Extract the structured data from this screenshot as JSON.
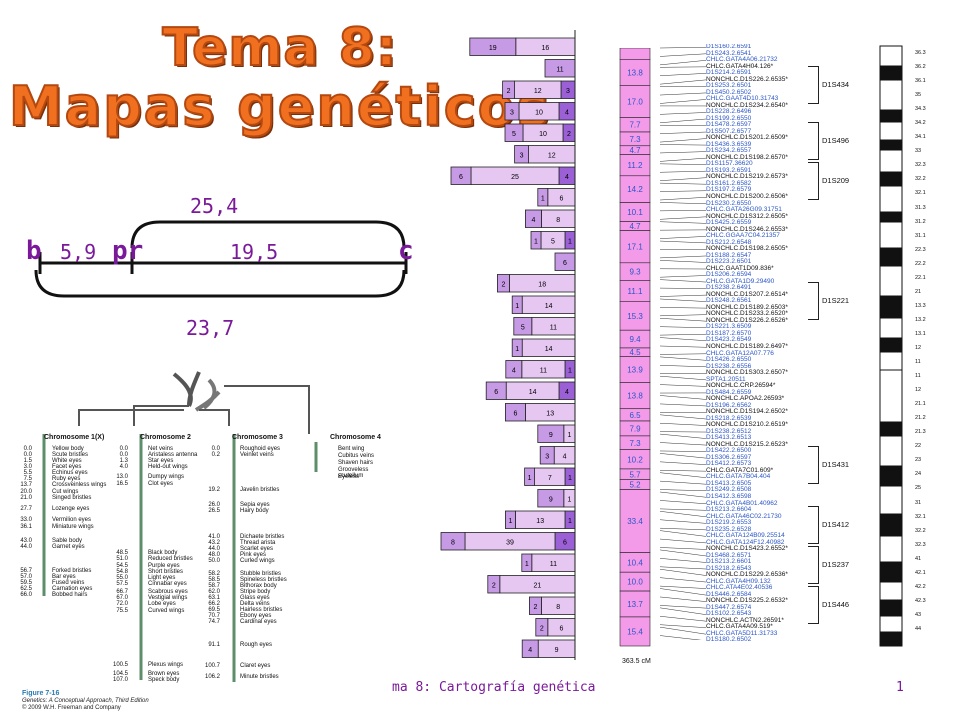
{
  "title": {
    "line1": "Tema 8:",
    "line2": "Mapas genéticos"
  },
  "linkage": {
    "genes": [
      "b",
      "pr",
      "c"
    ],
    "top_distance": "25,4",
    "bp_distance": "5,9",
    "prc_distance": "19,5",
    "bottom_distance": "23,7"
  },
  "drosophila": {
    "chromosomes": [
      {
        "name": "Chromosome 1(X)",
        "loci": [
          [
            "0.0",
            "Yellow body"
          ],
          [
            "0.0",
            "Scute bristles"
          ],
          [
            "1.5",
            "White eyes"
          ],
          [
            "3.0",
            "Facet eyes"
          ],
          [
            "5.5",
            "Echinus eyes"
          ],
          [
            "7.5",
            "Ruby eyes"
          ],
          [
            "13.7",
            "Crossveinless wings"
          ],
          [
            "20.0",
            "Cut wings"
          ],
          [
            "21.0",
            "Singed bristles"
          ],
          [
            "27.7",
            "Lozenge eyes"
          ],
          [
            "33.0",
            "Vermilion eyes"
          ],
          [
            "36.1",
            "Miniature wings"
          ],
          [
            "43.0",
            "Sable body"
          ],
          [
            "44.0",
            "Garnet eyes"
          ],
          [
            "56.7",
            "Forked bristles"
          ],
          [
            "57.0",
            "Bar eyes"
          ],
          [
            "59.5",
            "Fused veins"
          ],
          [
            "62.5",
            "Carnation eyes"
          ],
          [
            "66.0",
            "Bobbed hairs"
          ]
        ]
      },
      {
        "name": "Chromosome 2",
        "loci": [
          [
            "0.0",
            "Net veins"
          ],
          [
            "0.0",
            "Aristaless antenna"
          ],
          [
            "1.3",
            "Star eyes"
          ],
          [
            "4.0",
            "Held-out wings"
          ],
          [
            "13.0",
            "Dumpy wings"
          ],
          [
            "16.5",
            "Clot eyes"
          ],
          [
            "48.5",
            "Black body"
          ],
          [
            "51.0",
            "Reduced bristles"
          ],
          [
            "54.5",
            "Purple eyes"
          ],
          [
            "54.8",
            "Short bristles"
          ],
          [
            "55.0",
            "Light eyes"
          ],
          [
            "57.5",
            "Cinnabar eyes"
          ],
          [
            "66.7",
            "Scabrous eyes"
          ],
          [
            "67.0",
            "Vestigial wings"
          ],
          [
            "72.0",
            "Lobe eyes"
          ],
          [
            "75.5",
            "Curved wings"
          ],
          [
            "100.5",
            "Plexus wings"
          ],
          [
            "104.5",
            "Brown eyes"
          ],
          [
            "107.0",
            "Speck body"
          ]
        ]
      },
      {
        "name": "Chromosome 3",
        "loci": [
          [
            "0.0",
            "Roughoid eyes"
          ],
          [
            "0.2",
            "Veinlet veins"
          ],
          [
            "19.2",
            "Javelin bristles"
          ],
          [
            "26.0",
            "Sepia eyes"
          ],
          [
            "26.5",
            "Hairy body"
          ],
          [
            "41.0",
            "Dichaete bristles"
          ],
          [
            "43.2",
            "Thread arista"
          ],
          [
            "44.0",
            "Scarlet eyes"
          ],
          [
            "48.0",
            "Pink eyes"
          ],
          [
            "50.0",
            "Curled wings"
          ],
          [
            "58.2",
            "Stubble bristles"
          ],
          [
            "58.5",
            "Spineless bristles"
          ],
          [
            "58.7",
            "Bithorax body"
          ],
          [
            "62.0",
            "Stripe body"
          ],
          [
            "63.1",
            "Glass eyes"
          ],
          [
            "66.2",
            "Delta veins"
          ],
          [
            "69.5",
            "Hairless bristles"
          ],
          [
            "70.7",
            "Ebony eyes"
          ],
          [
            "74.7",
            "Cardinal eyes"
          ],
          [
            "91.1",
            "Rough eyes"
          ],
          [
            "100.7",
            "Claret eyes"
          ],
          [
            "106.2",
            "Minute bristles"
          ]
        ]
      },
      {
        "name": "Chromosome 4",
        "loci": [
          [
            "",
            "Bent wing"
          ],
          [
            "",
            "Cubitus veins"
          ],
          [
            "",
            "Shaven hairs"
          ],
          [
            "",
            "Grooveless scutellum"
          ],
          [
            "",
            "Eyeless"
          ]
        ]
      }
    ],
    "caption_fig": "Figure 7-16",
    "caption_book": "Genetics: A Conceptual Approach, Third Edition",
    "caption_copy": "© 2009 W.H. Freeman and Company"
  },
  "physical_map": {
    "segment_values": [
      "13.8",
      "17.0",
      "7.7",
      "7.3",
      "4.7",
      "11.2",
      "14.2",
      "10.1",
      "4.7",
      "17.1",
      "9.3",
      "11.1",
      "15.3",
      "9.4",
      "4.5",
      "13.9",
      "13.8",
      "6.5",
      "7.9",
      "7.3",
      "10.2",
      "5.7",
      "5.2",
      "33.4",
      "10.4",
      "10.0",
      "13.7",
      "15.4"
    ],
    "total_label": "363.5 cM",
    "bars": [
      {
        "a": "19",
        "b": "16"
      },
      {
        "a": "11"
      },
      {
        "a": "2",
        "b": "12",
        "c": "3"
      },
      {
        "a": "3",
        "b": "10",
        "c": "4"
      },
      {
        "a": "5",
        "b": "10",
        "c": "2"
      },
      {
        "a": "3",
        "b": "12"
      },
      {
        "a": "6",
        "b": "25",
        "c": "4"
      },
      {
        "a": "1",
        "b": "6"
      },
      {
        "a": "4",
        "b": "8"
      },
      {
        "a": "1",
        "b": "5",
        "c": "1"
      },
      {
        "a": "6"
      },
      {
        "a": "2",
        "b": "18"
      },
      {
        "a": "1",
        "b": "14"
      },
      {
        "a": "5",
        "b": "11"
      },
      {
        "a": "1",
        "b": "14"
      },
      {
        "a": "4",
        "b": "11",
        "c": "1"
      },
      {
        "a": "6",
        "b": "14",
        "c": "4"
      },
      {
        "a": "6",
        "b": "13"
      },
      {
        "a": "9",
        "b": "1"
      },
      {
        "a": "3",
        "b": "4"
      },
      {
        "a": "1",
        "b": "7",
        "c": "1"
      },
      {
        "a": "9",
        "b": "1"
      },
      {
        "a": "1",
        "b": "13",
        "c": "1"
      },
      {
        "a": "8",
        "b": "39",
        "c": "6"
      },
      {
        "a": "1",
        "b": "11"
      },
      {
        "a": "2",
        "b": "21"
      },
      {
        "a": "2",
        "b": "8"
      },
      {
        "a": "2",
        "b": "6"
      },
      {
        "a": "4",
        "b": "9"
      }
    ],
    "markers": [
      "D1S160.2.6591",
      "D1S243.2.6541",
      "CHLC.GATA4A06.21732",
      "CHLC.GATA4H04.126*",
      "D1S214.2.6591",
      "NONCHLC.D1S226.2.6535*",
      "D1S253.2.6501",
      "D1S450.2.6502",
      "CHLC.GAAT4D10.31743",
      "NONCHLC.D1S234.2.6540*",
      "D1S228.2.6496",
      "D1S199.2.6550",
      "D1S478.2.6597",
      "D1S507.2.6577",
      "NONCHLC.D1S201.2.6509*",
      "D1S436.3.6539",
      "D1S234.2.6557",
      "NONCHLC.D1S198.2.6570*",
      "D1S1157.36620",
      "D1S193.2.6591",
      "NONCHLC.D1S219.2.6573*",
      "D1S161.2.6582",
      "D1S197.2.6579",
      "NONCHLC.D1S200.2.6506*",
      "D1S230.2.6550",
      "CHLC.GATA26G09.31751",
      "NONCHLC.D1S312.2.6505*",
      "D1S425.2.6559",
      "NONCHLC.D1S246.2.6553*",
      "CHLC.GGAA7C04.21357",
      "D1S212.2.6548",
      "NONCHLC.D1S198.2.6505*",
      "D1S188.2.6547",
      "D1S223.2.6501",
      "CHLC.GAAT1D09.836*",
      "D1S206.2.6594",
      "CHLC.GATA1D9.29490",
      "D1S238.2.6491",
      "NONCHLC.D1S207.2.6514*",
      "D1S248.2.6561",
      "NONCHLC.D1S189.2.6503*",
      "NONCHLC.D1S233.2.6520*",
      "NONCHLC.D1S226.2.6526*",
      "D1S221.3.6509",
      "D1S187.2.6570",
      "D1S423.2.6549",
      "NONCHLC.D1S189.2.6497*",
      "CHLC.GATA12A07.776",
      "D1S426.2.6550",
      "D1S238.2.6556",
      "NONCHLC.D1S303.2.6507*",
      "SPTA1.20511",
      "NONCHLC.CRP.26594*",
      "D1S484.2.6559",
      "NONCHLC.APOA2.26593*",
      "D1S196.2.6562",
      "NONCHLC.D1S194.2.6502*",
      "D1S218.2.6539",
      "NONCHLC.D1S210.2.6519*",
      "D1S238.2.6512",
      "D1S413.2.6513",
      "NONCHLC.D1S215.2.6523*",
      "D1S422.2.6500",
      "D1S306.2.6597",
      "D1S412.2.6573",
      "CHLC.GATA7C01.609*",
      "CHLC.GATA7B04.404",
      "D1S413.2.6505",
      "D1S249.2.6508",
      "D1S412.3.6598",
      "CHLC.GATA4B01.40962",
      "D1S213.2.6604",
      "CHLC.GATA46C02.21730",
      "D1S219.2.6553",
      "D1S235.2.6528",
      "CHLC.GATA124B09.25514",
      "CHLC.GATA124F12.40982",
      "NONCHLC.D1S423.2.6552*",
      "D1S468.2.6571",
      "D1S213.2.6601",
      "D1S218.2.6543",
      "NONCHLC.D1S229.2.6536*",
      "CHLC.GATA4H09.132",
      "CHLC.ATA4E02.40536",
      "D1S446.2.6584",
      "NONCHLC.D1S225.2.6532*",
      "D1S447.2.6574",
      "D1S102.2.6543",
      "NONCHLC.ACTN2.26591*",
      "CHLC.GATA4A09.519*",
      "CHLC.GATA5D11.31733",
      "D1S180.2.6502"
    ],
    "d1s_labels": [
      "D1S434",
      "D1S496",
      "D1S209",
      "D1S221",
      "D1S431",
      "D1S412",
      "D1S237",
      "D1S446"
    ],
    "bands": [
      "36.3",
      "36.2",
      "36.1",
      "35",
      "34.3",
      "34.2",
      "34.1",
      "33",
      "32.3",
      "32.2",
      "32.1",
      "31.3",
      "31.2",
      "31.1",
      "22.3",
      "22.2",
      "22.1",
      "21",
      "13.3",
      "13.2",
      "13.1",
      "12",
      "11",
      "11",
      "12",
      "21.1",
      "21.2",
      "21.3",
      "22",
      "23",
      "24",
      "25",
      "31",
      "32.1",
      "32.2",
      "32.3",
      "41",
      "42.1",
      "42.2",
      "42.3",
      "43",
      "44"
    ]
  },
  "footer": {
    "text": "ma 8: Cartografía genética",
    "page": "1"
  },
  "colors": {
    "title": "#f07020",
    "accent": "#7a1a9a",
    "bar_light": "#e6c7f2",
    "bar_mid": "#c79ae6",
    "bar_dark": "#9b5fd6",
    "seg_pink": "#f39ae8",
    "marker_blue": "#2a55c8"
  }
}
